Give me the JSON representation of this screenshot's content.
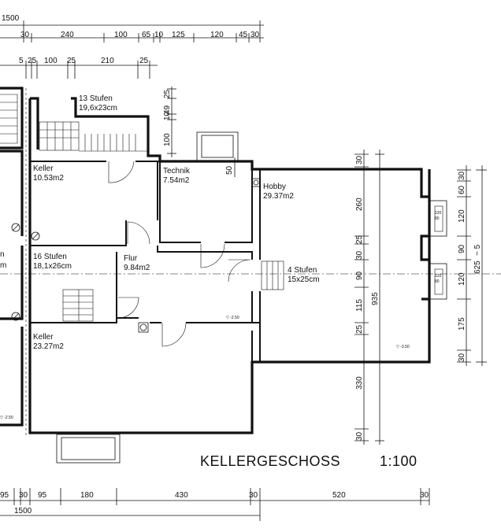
{
  "title": "KELLERGESCHOSS",
  "scale": "1:100",
  "rooms": {
    "keller1": {
      "name": "Keller",
      "area": "10.53m2"
    },
    "technik": {
      "name": "Technik",
      "area": "7.54m2"
    },
    "hobby": {
      "name": "Hobby",
      "area": "29.37m2"
    },
    "stairs16": {
      "name": "16 Stufen",
      "size": "18,1x26cm"
    },
    "flur": {
      "name": "Flur",
      "area": "9.84m2"
    },
    "keller2": {
      "name": "Keller",
      "area": "23.27m2"
    },
    "left_partial": {
      "name": "n",
      "area": "m"
    }
  },
  "stairs13": {
    "name": "13 Stufen",
    "size": "19,6x23cm"
  },
  "stairs4": {
    "name": "4 Stufen",
    "size": "15x25cm"
  },
  "levels": {
    "flur": "▽ -2.50",
    "hobby": "▽ -3.50",
    "left": "▽ -2.50"
  },
  "window_labels": [
    "120",
    "80",
    "120",
    "80"
  ],
  "dimensions": {
    "top_total": "1500",
    "top_row1": [
      "30",
      "240",
      "100",
      "65",
      "10",
      "125",
      "120",
      "45",
      "30"
    ],
    "top_row2": [
      "5",
      "25",
      "100",
      "25",
      "210",
      "25"
    ],
    "inner_vertical": [
      "25",
      "49",
      "10",
      "100",
      "50"
    ],
    "right_inner": [
      "30",
      "260",
      "25",
      "30",
      "90",
      "115",
      "25",
      "330",
      "30"
    ],
    "right_inner_total": "935",
    "right_outer": [
      "30",
      "60",
      "120",
      "90",
      "120",
      "175",
      "30"
    ],
    "right_outer_total": "625",
    "right_outer_mark": "~ 5",
    "bottom_row": [
      "95",
      "30",
      "95",
      "180",
      "430",
      "30",
      "520",
      "30"
    ],
    "bottom_total": "1500"
  }
}
